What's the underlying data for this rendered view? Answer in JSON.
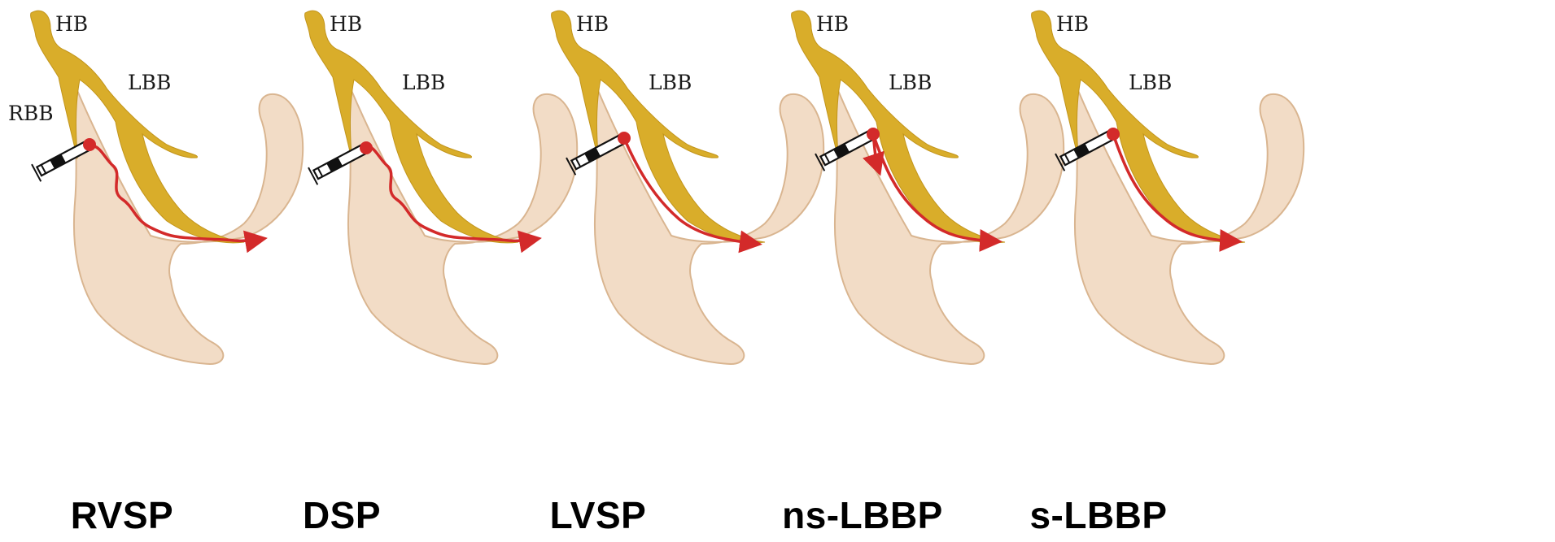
{
  "colors": {
    "myocardium": "#f2dcc6",
    "myocardium_outline": "#d9b590",
    "conduction": "#d9ad2a",
    "conduction_dark": "#c2951c",
    "activation": "#d32a2a"
  },
  "structure_labels": {
    "hb": "HB",
    "lbb": "LBB",
    "rbb": "RBB"
  },
  "panels": [
    {
      "caption": "RVSP",
      "lead_position": "right-septum",
      "activation": "slow-wavy",
      "shows_rbb_label": true
    },
    {
      "caption": "DSP",
      "lead_position": "deep-septum",
      "activation": "slow-wavy",
      "shows_rbb_label": false
    },
    {
      "caption": "LVSP",
      "lead_position": "left-septum",
      "activation": "direct",
      "shows_rbb_label": false
    },
    {
      "caption": "ns-LBBP",
      "lead_position": "left-bundle-branch",
      "activation": "conduction-plus-local-capture",
      "shows_rbb_label": false
    },
    {
      "caption": "s-LBBP",
      "lead_position": "left-bundle-branch",
      "activation": "conduction-only",
      "shows_rbb_label": false
    }
  ]
}
